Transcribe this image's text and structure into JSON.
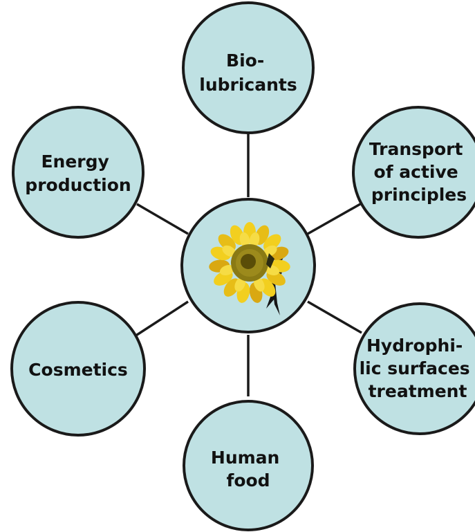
{
  "diagram": {
    "center": {
      "image": "sunflower",
      "colors": {
        "fill": "#bfe1e3",
        "petal": "#f2cf1f",
        "petal_dark": "#d9a812",
        "disc": "#8a7a14",
        "disc_dark": "#5a4d08",
        "stem": "#151515"
      }
    },
    "nodes": [
      {
        "id": "bio-lubricants",
        "lines": [
          "Bio-",
          "lubricants"
        ]
      },
      {
        "id": "transport-of-active-principles",
        "lines": [
          "Transport",
          "of active",
          "principles"
        ]
      },
      {
        "id": "hydrophilic-surfaces-treatment",
        "lines": [
          "Hydrophi-",
          "lic surfaces",
          "treatment"
        ]
      },
      {
        "id": "human-food",
        "lines": [
          "Human",
          "food"
        ]
      },
      {
        "id": "cosmetics",
        "lines": [
          "Cosmetics"
        ]
      },
      {
        "id": "energy-production",
        "lines": [
          "Energy",
          "production"
        ]
      }
    ],
    "colors": {
      "circle_fill": "#bfe1e3",
      "stroke": "#1a1a1a",
      "text": "#111111",
      "background": "#ffffff"
    }
  }
}
